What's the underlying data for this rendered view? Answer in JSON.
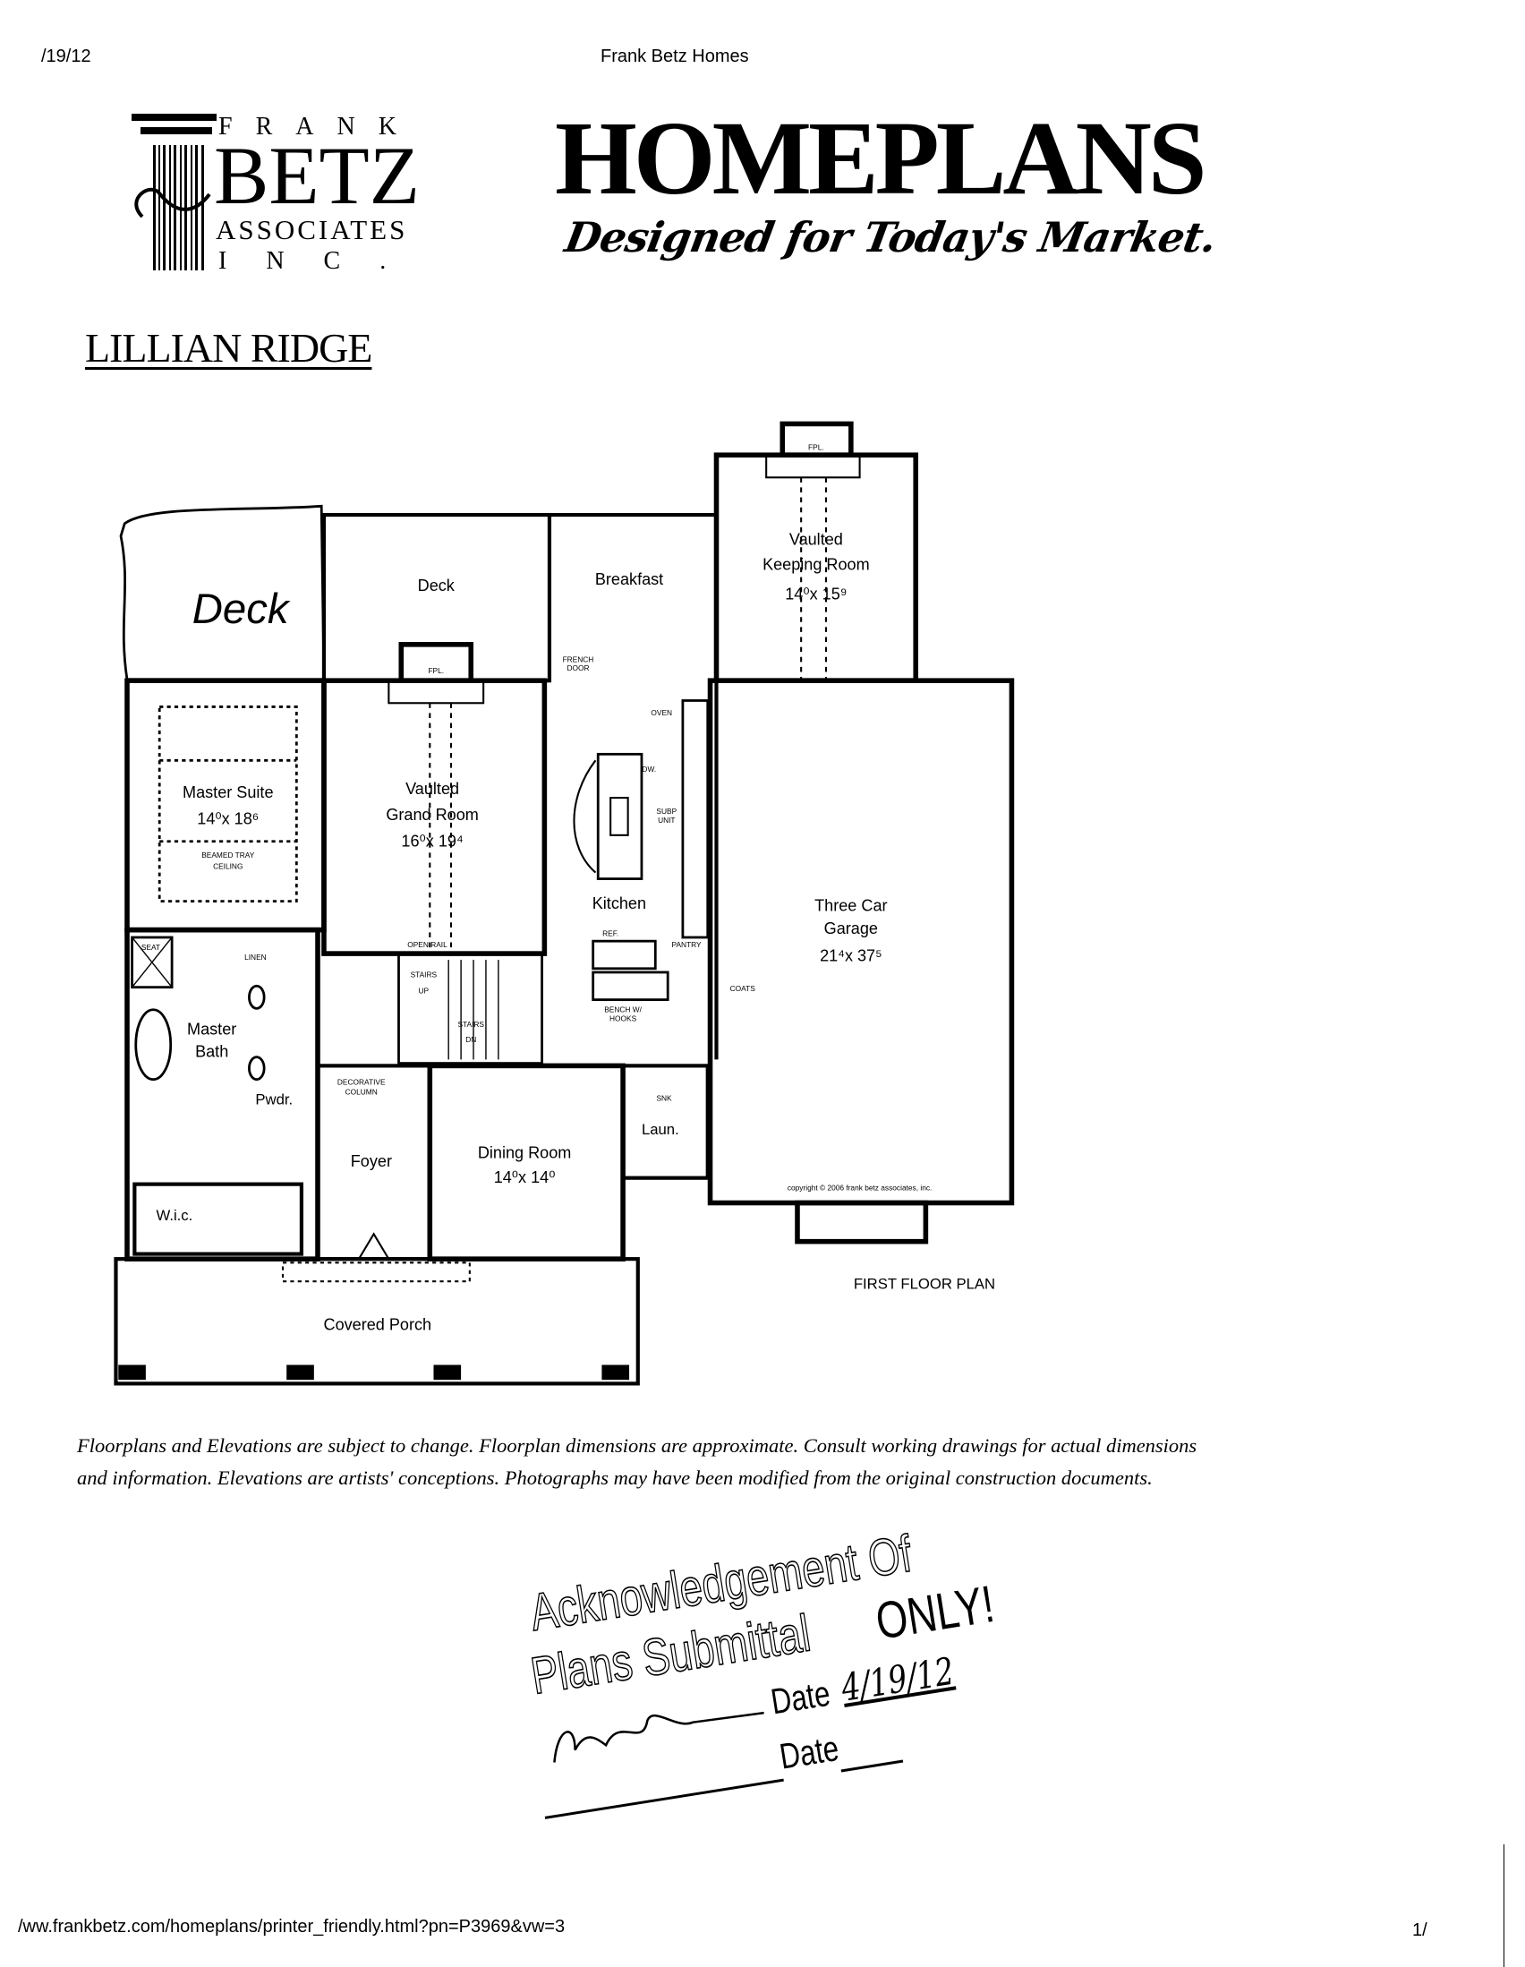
{
  "header": {
    "date": "/19/12",
    "site_title": "Frank Betz Homes"
  },
  "logo": {
    "line1": "FRANK",
    "line2": "BETZ",
    "line3": "ASSOCIATES",
    "line4": "INC."
  },
  "brand": {
    "headline": "HOMEPLANS",
    "tagline": "Designed for Today's Market."
  },
  "plan_name": "LILLIAN RIDGE",
  "floor_plan": {
    "handwritten_deck": "Deck",
    "deck": "Deck",
    "breakfast": "Breakfast",
    "french_door": [
      "FRENCH",
      "DOOR"
    ],
    "keeping_room": {
      "line1": "Vaulted",
      "line2": "Keeping Room",
      "size": "14⁰x 15⁹"
    },
    "fpl": "FPL.",
    "master_suite": {
      "line1": "Master Suite",
      "size": "14⁰x 18⁶",
      "note1": "BEAMED TRAY",
      "note2": "CEILING"
    },
    "grand_room": {
      "line1": "Vaulted",
      "line2": "Grand Room",
      "size": "16⁰x 19⁴"
    },
    "kitchen": "Kitchen",
    "oven": "OVEN",
    "dw": "DW.",
    "subp_unit": [
      "SUBP",
      "UNIT"
    ],
    "ref": "REF.",
    "pantry": "PANTRY",
    "coats": "COATS",
    "bench": [
      "BENCH W/",
      "HOOKS"
    ],
    "garage": {
      "line1": "Three Car",
      "line2": "Garage",
      "size": "21⁴x 37⁵"
    },
    "open_rail": "OPEN RAIL",
    "stairs_up": [
      "STAIRS",
      "UP"
    ],
    "stairs_dn": [
      "STAIRS",
      "DN"
    ],
    "seat": "SEAT",
    "linen": "LINEN",
    "master_bath": {
      "line1": "Master",
      "line2": "Bath"
    },
    "pwdr": "Pwdr.",
    "wic": "W.i.c.",
    "decorative_column": [
      "DECORATIVE",
      "COLUMN"
    ],
    "foyer": "Foyer",
    "dining_room": {
      "line1": "Dining Room",
      "size": "14⁰x 14⁰"
    },
    "snk": "SNK",
    "laundry": "Laun.",
    "covered_porch": "Covered Porch",
    "copyright": "copyright © 2006 frank betz associates, inc.",
    "plan_label": "FIRST FLOOR PLAN"
  },
  "disclaimer": {
    "line1": "Floorplans and Elevations are subject to change. Floorplan dimensions are approximate. Consult working drawings for actual dimensions",
    "line2": "and information. Elevations are artists' conceptions. Photographs may have been modified from the original construction documents."
  },
  "stamp": {
    "line1": "Acknowledgement Of",
    "line2a": "Plans Submittal",
    "line2b": "ONLY!",
    "date_label1": "Date",
    "date_value": "4/19/12",
    "date_label2": "Date"
  },
  "footer": {
    "url": "/ww.frankbetz.com/homeplans/printer_friendly.html?pn=P3969&vw=3",
    "page": "1/"
  }
}
